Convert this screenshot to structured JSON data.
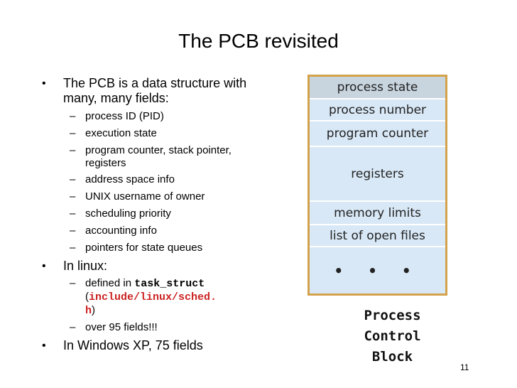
{
  "slide": {
    "title": "The PCB revisited",
    "page_number": "11"
  },
  "bullets": {
    "item1": "The PCB is a data structure with many, many fields:",
    "sub": [
      "process ID (PID)",
      "execution state",
      "program counter, stack pointer, registers",
      "address space info",
      "UNIX username of owner",
      "scheduling priority",
      "accounting info",
      "pointers for state queues"
    ],
    "item2": "In linux:",
    "linux_defined_prefix": "defined in ",
    "linux_struct": "task_struct",
    "linux_paren_open": "(",
    "linux_file_part1": "include/linux/sched.",
    "linux_file_part2": "h",
    "linux_paren_close": ")",
    "linux_fields": "over 95 fields!!!",
    "item3": "In Windows XP, 75 fields"
  },
  "pcb_diagram": {
    "rows": [
      "process state",
      "process number",
      "program counter",
      "registers",
      "memory limits",
      "list of open files",
      "• • •"
    ],
    "caption_line1": "Process",
    "caption_line2": "Control",
    "caption_line3": "Block",
    "colors": {
      "border": "#d4a24a",
      "fill": "#d8e8f6",
      "code_red": "#cc2222"
    }
  }
}
